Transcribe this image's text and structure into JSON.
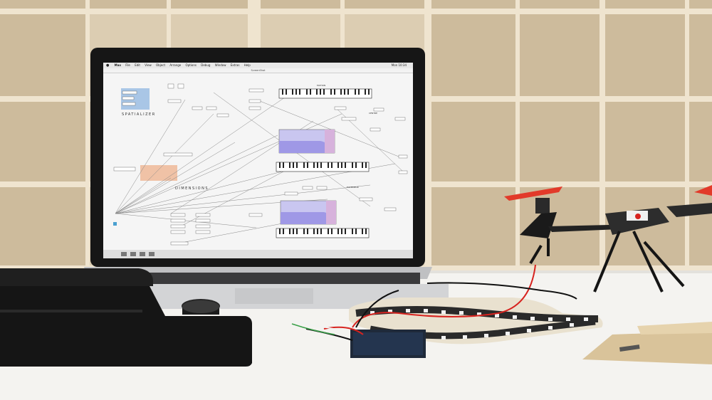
{
  "menubar": {
    "apple": "",
    "items": [
      "Max",
      "File",
      "Edit",
      "View",
      "Object",
      "Arrange",
      "Options",
      "Debug",
      "Window",
      "Extras",
      "Help"
    ],
    "clock": "Mon 10:34"
  },
  "patcher": {
    "window_title": "ScreenShot",
    "section_spatializer": "SPATIALIZER",
    "section_dimensions": "DIMENSIONS",
    "object_motion": "MOTION",
    "object_center": "CENTRE",
    "object_exterieur": "EXTERIEUR"
  }
}
